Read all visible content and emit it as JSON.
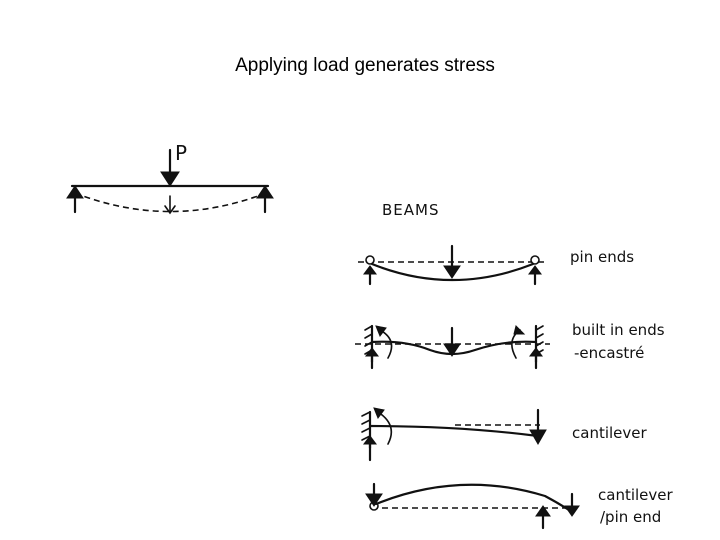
{
  "slide": {
    "title": "Applying load generates stress"
  },
  "load_sketch": {
    "load_label": "P"
  },
  "beams_panel": {
    "heading": "BEAMS",
    "items": [
      {
        "label": "pin ends"
      },
      {
        "label": "built in ends",
        "label2": "-encastré"
      },
      {
        "label": "cantilever"
      },
      {
        "label": "cantilever",
        "label2": "/pin end"
      }
    ]
  }
}
